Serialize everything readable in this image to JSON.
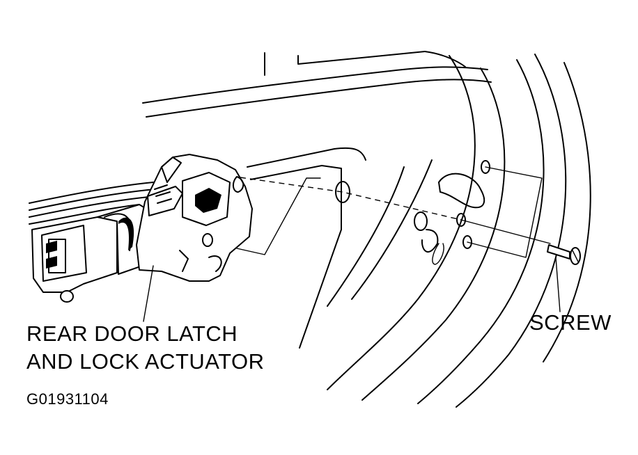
{
  "labels": {
    "latch_line1": "REAR DOOR LATCH",
    "latch_line2": "AND LOCK ACTUATOR",
    "screw": "SCREW",
    "figure_code": "G01931104"
  },
  "colors": {
    "ink": "#000000",
    "paper": "#ffffff"
  }
}
